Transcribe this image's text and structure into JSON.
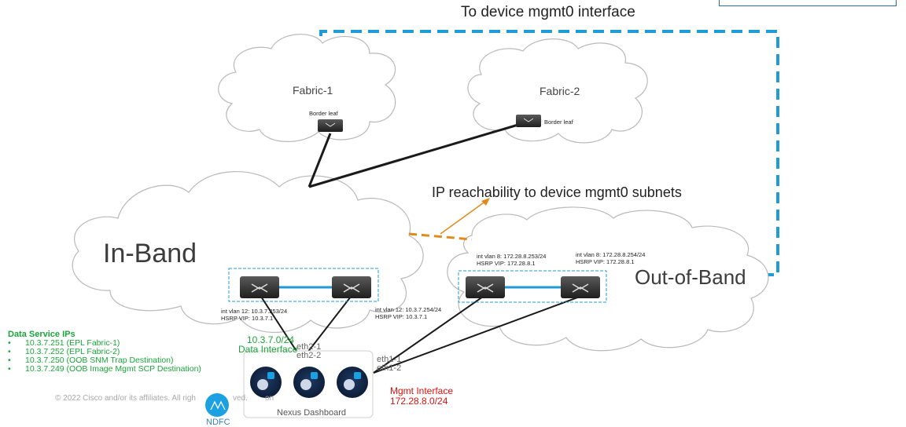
{
  "header_note": "To device mgmt0 interface",
  "reachability_note": "IP reachability to device mgmt0 subnets",
  "clouds": {
    "fabric1": "Fabric-1",
    "fabric2": "Fabric-2",
    "inband": "In-Band",
    "oob": "Out-of-Band"
  },
  "border_leaf_1": "Border leaf",
  "border_leaf_2": "Border leaf",
  "inband_switches": {
    "left": {
      "vlan": "int vlan 12: 10.3.7.253/24",
      "hsrp": "HSRP VIP: 10.3.7.1"
    },
    "right": {
      "vlan": "int vlan 12: 10.3.7.254/24",
      "hsrp": "HSRP VIP: 10.3.7.1"
    }
  },
  "oob_switches": {
    "left": {
      "vlan": "int vlan 8: 172.28.8.253/24",
      "hsrp": "HSRP VIP: 172.28.8.1"
    },
    "right": {
      "vlan": "int vlan 8: 172.28.8.254/24",
      "hsrp": "HSRP VIP: 172.28.8.1"
    }
  },
  "data_interface": {
    "subnet": "10.3.7.0/24",
    "label": "Data Interface"
  },
  "mgmt_interface": {
    "label": "Mgmt Interface",
    "subnet": "172.28.8.0/24"
  },
  "ports": {
    "eth2_1": "eth2-1",
    "eth2_2": "eth2-2",
    "eth1_1": "eth1-1",
    "eth1_2": "eth1-2"
  },
  "data_service_ips": {
    "title": "Data Service IPs",
    "items": [
      "10.3.7.251  (EPL Fabric-1)",
      "10.3.7.252  (EPL Fabric-2)",
      "10.3.7.250  (OOB SNM Trap Destination)",
      "10.3.7.249  (OOB Image Mgmt SCP Destination)"
    ]
  },
  "nexus_dashboard": "Nexus Dashboard",
  "ndfc": "NDFC",
  "copyright": "© 2022  Cisco and/or its affiliates. All righ",
  "copyright_tail_1": "ved.",
  "copyright_tail_2": "on",
  "colors": {
    "dashed": "#1f9bd7",
    "orange": "#e08a1e",
    "green": "#1aa53a",
    "red": "#e01010",
    "cloud_stroke": "#b9b9b9"
  }
}
